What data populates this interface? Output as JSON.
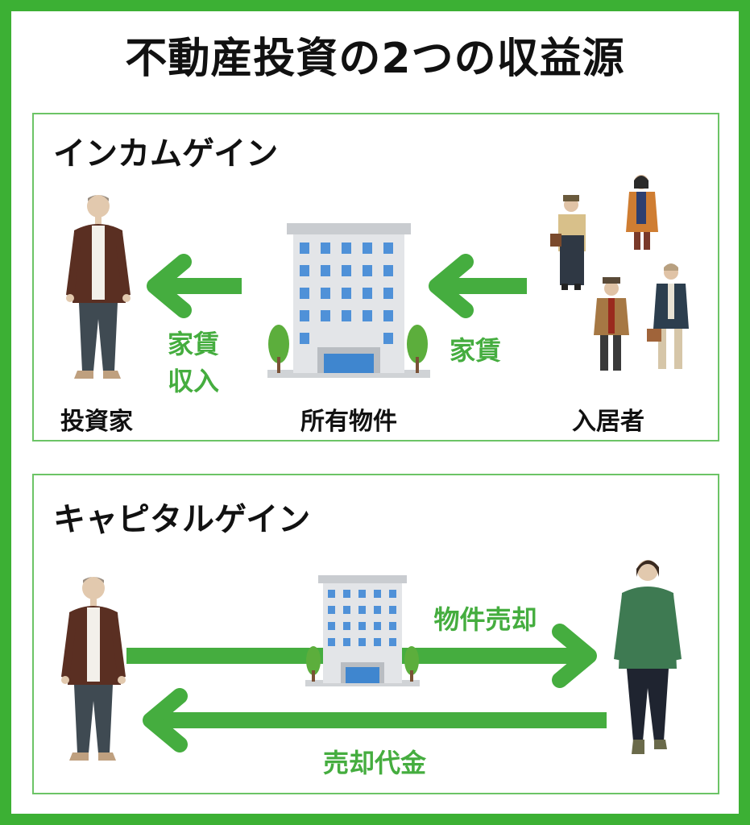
{
  "title": "不動産投資の2つの収益源",
  "income_gain": {
    "heading": "インカムゲイン",
    "investor_label": "投資家",
    "property_label": "所有物件",
    "tenants_label": "入居者",
    "rent_label": "家賃",
    "rent_income_label_line1": "家賃",
    "rent_income_label_line2": "収入"
  },
  "capital_gain": {
    "heading": "キャピタルゲイン",
    "sale_label": "物件売却",
    "proceeds_label": "売却代金"
  },
  "colors": {
    "frame": "#3cb034",
    "arrow": "#45ad3f",
    "panel_border": "#6cc466"
  }
}
